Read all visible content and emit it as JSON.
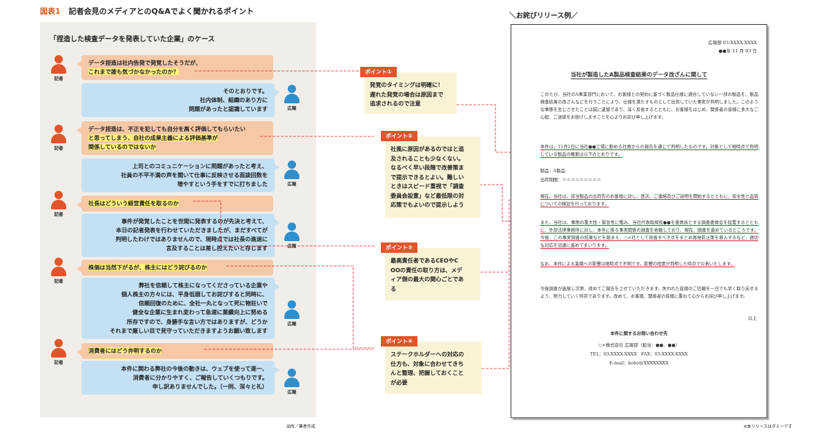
{
  "figure": {
    "label": "図表1",
    "title": "記者会見のメディアとのQ&Aでよく聞かれるポイント",
    "case_title": "「捏造した検査データを発表していた企業」のケース",
    "source": "出所／筆者作成"
  },
  "roles": {
    "reporter": "記者",
    "pr": "広報"
  },
  "qa": [
    {
      "type": "q",
      "lines": [
        "データ捏造は社内告発で発覚したそうだが、",
        "これまで誰も気づかなかったのか？"
      ]
    },
    {
      "type": "a",
      "lines": [
        "そのとおりです。",
        "社内体制、組織のあり方に",
        "問題があったと認識しています"
      ]
    },
    {
      "type": "q",
      "lines": [
        "データ捏造は、不正を犯しても自分を高く評価してもらいたい",
        "と思ってしまう、自社の成果主義による評価基準が",
        "関係しているのではないか"
      ]
    },
    {
      "type": "a",
      "lines": [
        "上司とのコミュニケーションに問題があったと考え、",
        "社員の不平不満の声を聞いて仕事に反映させる面談回数を",
        "増やすという手をすでに打ちました"
      ]
    },
    {
      "type": "q",
      "lines": [
        "社長はどういう経営責任を取るのか"
      ]
    },
    {
      "type": "a",
      "lines": [
        "事件が発覚したことを世間に発表するのが先決と考えて、",
        "本日の記者発表を行わせていただきましたが、まだすべてが",
        "判明したわけではありませんので、現時点では社長の進退に",
        "言及することは差し控えたいと存じます"
      ]
    },
    {
      "type": "q",
      "lines": [
        "株価は当然下がるが、株主にはどう詫びるのか"
      ]
    },
    {
      "type": "a",
      "lines": [
        "弊社を信頼して株主になってくださっている企業や",
        "個人株主の方々には、平身低頭してお詫びすると同時に、",
        "信頼回復のために、全社一丸となって死に物狂いで",
        "健全な企業に生まれ変わって急速に業績向上に努める",
        "所存ですので、身勝手な言い方ではありますが、どうか",
        "それまで厳しい目で見守っていただきますようお願い致します"
      ]
    },
    {
      "type": "q",
      "lines": [
        "消費者にはどう弁明するのか"
      ]
    },
    {
      "type": "a",
      "lines": [
        "本件に関わる弊社の今後の動きは、ウェブを使って逐一、",
        "消費者に分かりやすく、ご報告していくつもりです。",
        "申し訳ありませんでした。（一同、深々と礼）"
      ]
    }
  ],
  "points": [
    {
      "tag": "ポイント①",
      "lines": [
        "発覚のタイミングは明確に！",
        "遅れた発覚の場合は原因まで",
        "追求されるので注意"
      ]
    },
    {
      "tag": "ポイント②",
      "lines": [
        "社風に原因があるのではと追",
        "及されることも少なくない。",
        "なるべく早い段階で改善策ま",
        "で提示できるとよい。難しい",
        "ときはスピード重視で「調査",
        "委員会設置」など最低限の対",
        "応策でもよいので提示しよう"
      ]
    },
    {
      "tag": "ポイント③",
      "lines": [
        "最高責任者であるCEOやC",
        "OOの責任の取り方は、メデ",
        "ィア側の最大の関心ごとであ",
        "る"
      ]
    },
    {
      "tag": "ポイント④",
      "lines": [
        "ステークホルダーへの対応の",
        "仕方も、対象に合わせてきち",
        "んと整理、把握しておくこと",
        "が必要"
      ]
    }
  ],
  "release": {
    "heading": "＼お詫びリリース例／",
    "contact_line": "広報部 03-XXXX-XXXX",
    "date_line": "●●年 11 月 03 日",
    "title": "当社が製造したA製品検査結果のデータ改ざんに関して",
    "para1": "このたび、当社のA事業部門において、お客様との契約に基づく製品仕様に適合していない一部の製品を、製品検査結果の改ざんなどを行うことにより、仕様を満たすものとして出荷していた事実が判明しました。このような事態を生じさせたことは誠に遺憾であり、深く反省するとともに、お客様をはじめ、関係者の皆様に多大なご心配、ご迷惑をお掛けしますことを心よりお詫び申し上げます。",
    "para2": "本件は、11月1日に当社●●工場に勤める社員からの報告を通じて判明したものです。対象として現時点で判明している製品の概要は以下のとおりです。",
    "product_line": "製品：A製品",
    "period_line": "出荷期間：＝＝＝＝＝＝＝＝＝",
    "para3": "現在、当社は、該当製品の出荷先のお客様に対し、逐次、ご連絡及びご説明を開始するとともに、安全性と品質についての検証を行っております。",
    "para4": "また、当社は、事態の重大性・緊急性に鑑み、当社代表取締役●●を委員長とする調査委員会を設置するとともに、外部法律事務所に対し、本件に係る事実関係の調査を依頼しており、現在、調査を進めているところです。今後、この事実調査の結果などを踏まえ、○×社として改善すべき点をまとめ再発防止策を導入するなど、適切な対応を迅速に進めてまいります。",
    "para5": "なお、本件による業績への影響は現時点で不明です。影響の程度が判明した時点で公表いたします。",
    "para6": "今後調査が進展し次第、改めてご報告をさせていただきます。失われた皆様のご信頼を一日でも早く取り戻せるよう、努力していく所存であります。改めて、お客様、関係者の皆様に重ねて心からお詫び申し上げます。",
    "closing": "以上",
    "contact_title": "本件に関するお問い合わせ先",
    "company_line": "○×株式会社 広報部（担当：●●、●●）",
    "tel_line": "TEL：03-XXXX-XXXX　FAX：03-XXXX-XXXX",
    "email_line": "E-mail：koho@XXXXXXXX",
    "footnote": "※本リリースはダミーです"
  },
  "colors": {
    "accent": "#e2542a",
    "question_bubble": "#f7c8a5",
    "answer_bubble": "#c4e1f4",
    "point_box": "#f9f3d6",
    "highlight": "#fff07a",
    "link_line": "#d81b2a"
  },
  "icons": {
    "reporter": "person-icon",
    "pr": "person-icon"
  }
}
